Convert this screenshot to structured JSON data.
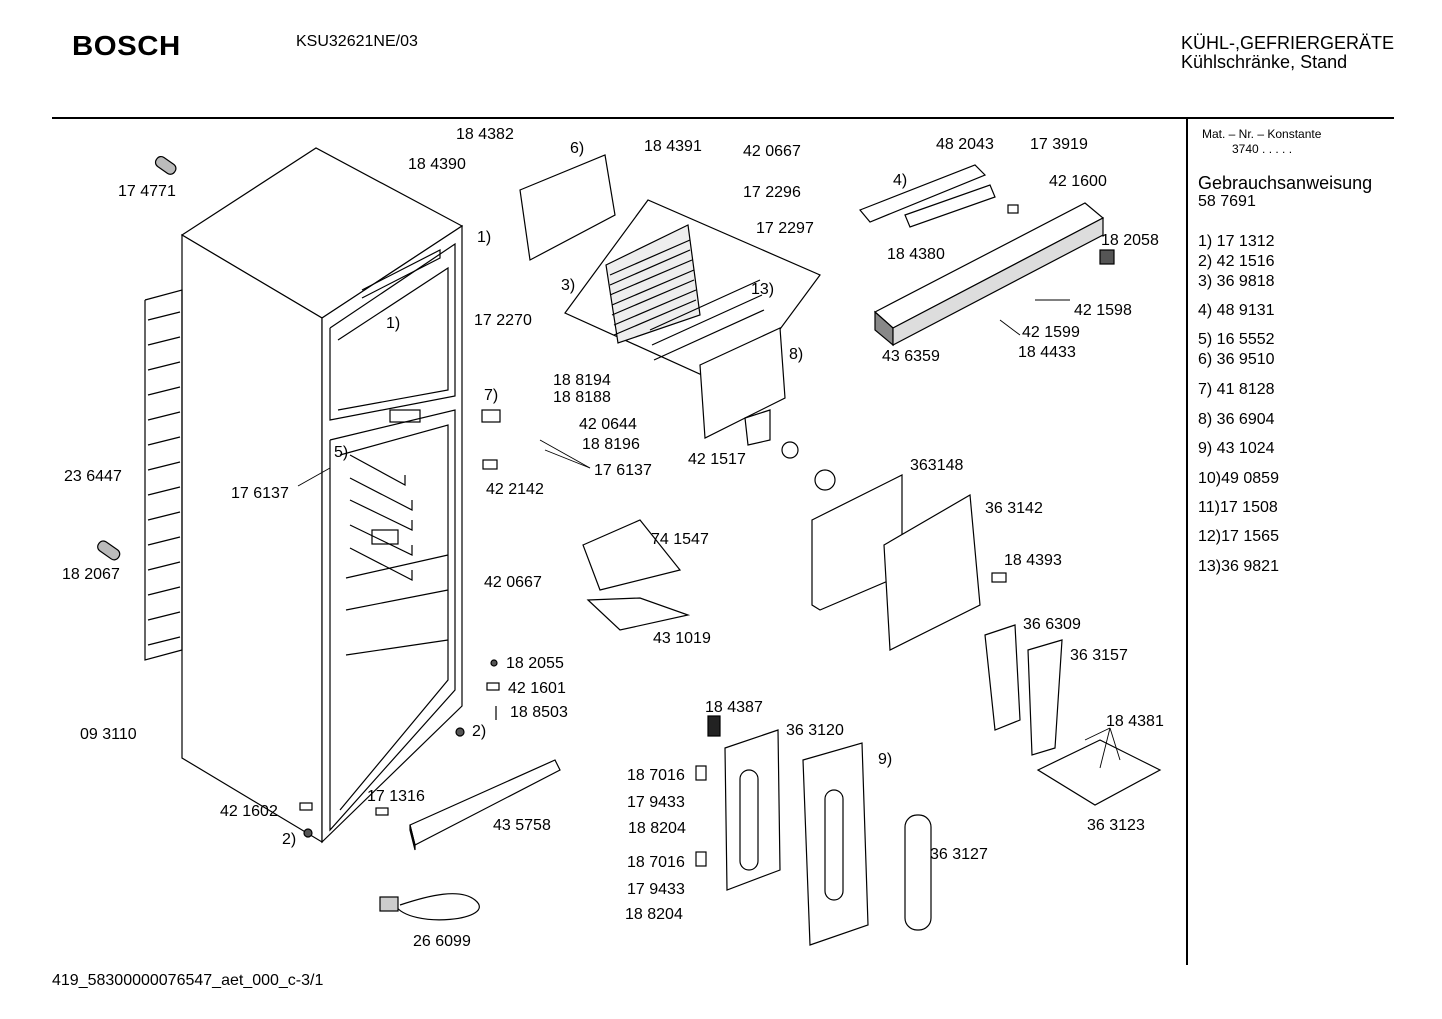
{
  "header": {
    "brand": "BOSCH",
    "model": "KSU32621NE/03",
    "category_line1": "KÜHL-,GEFRIERGERÄTE",
    "category_line2": "Kühlschränke, Stand"
  },
  "sidebar": {
    "heading": "Mat. – Nr. – Konstante",
    "constant": "3740  .  .  .  .  .",
    "manual_label": "Gebrauchsanweisung",
    "manual_number": "58 7691",
    "legend": [
      "1) 17 1312",
      "2) 42 1516",
      "3) 36 9818",
      "4) 48 9131",
      "5) 16 5552",
      "6) 36 9510",
      "7) 41 8128",
      "8) 36 6904",
      "9) 43 1024",
      "10)49 0859",
      "11)17 1508",
      "12)17 1565",
      "13)36 9821"
    ]
  },
  "part_labels": [
    "17 4771",
    "23 6447",
    "18 2067",
    "09 3110",
    "17 6137",
    "42 1602",
    "2)",
    "1)",
    "5)",
    "18 4382",
    "18 4390",
    "6)",
    "1)",
    "17 2270",
    "18 4391",
    "42 0667",
    "17 2296",
    "17 2297",
    "3)",
    "13)",
    "48 2043",
    "17 3919",
    "4)",
    "42 1600",
    "18 4380",
    "18 2058",
    "42 1598",
    "42 1599",
    "18 4433",
    "43 6359",
    "7)",
    "18 8194",
    "18 8188",
    "42 0644",
    "18 8196",
    "17 6137",
    "42 2142",
    "8)",
    "42 1517",
    "363148",
    "36 3142",
    "18 4393",
    "74 1547",
    "42 0667",
    "43 1019",
    "18 2055",
    "42 1601",
    "18 8503",
    "2)",
    "17 1316",
    "43 5758",
    "26 6099",
    "18 4387",
    "36 3120",
    "9)",
    "18 7016",
    "17 9433",
    "18 8204",
    "18 7016",
    "17 9433",
    "18 8204",
    "36 3127",
    "36 6309",
    "36 3157",
    "18 4381",
    "36 3123"
  ],
  "footer": "419_58300000076547_aet_000_c-3/1"
}
